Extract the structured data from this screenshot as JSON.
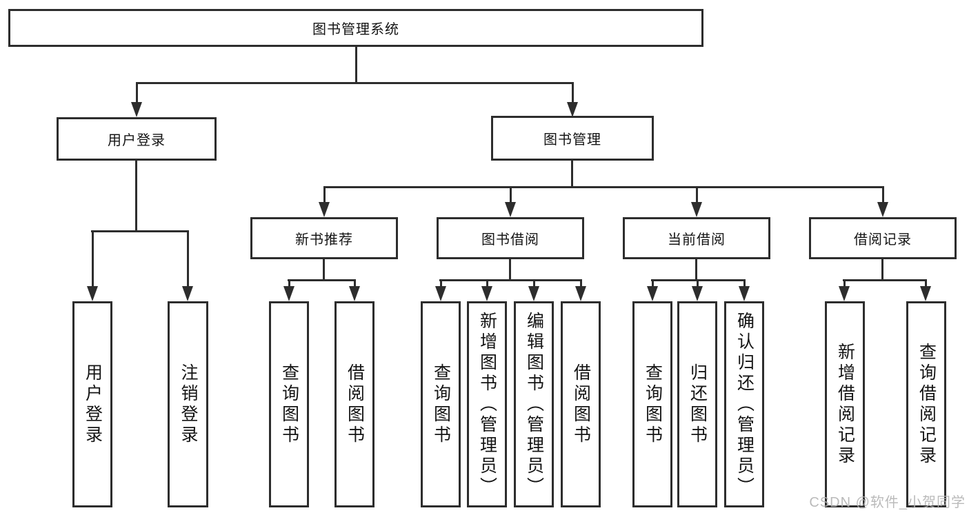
{
  "nodes": {
    "root": "图书管理系统",
    "userLogin": "用户登录",
    "bookMgmt": "图书管理",
    "login": "用户登录",
    "logout": "注销登录",
    "newBook": "新书推荐",
    "borrow": "图书借阅",
    "current": "当前借阅",
    "records": "借阅记录",
    "newBookQuery": "查询图书",
    "newBookBorrow": "借阅图书",
    "borrowQuery": "查询图书",
    "borrowAdd": "新增图书（管理员）",
    "borrowEdit": "编辑图书（管理员）",
    "borrowBorrow": "借阅图书",
    "currentQuery": "查询图书",
    "currentReturn": "归还图书",
    "currentConfirm": "确认归还（管理员）",
    "recordsAdd": "新增借阅记录",
    "recordsQuery": "查询借阅记录"
  },
  "watermark": "CSDN @软件_小贺同学",
  "colors": {
    "line": "#2d2d2d",
    "text": "#141414",
    "background": "#ffffff",
    "watermark": "#b3b3b3"
  }
}
